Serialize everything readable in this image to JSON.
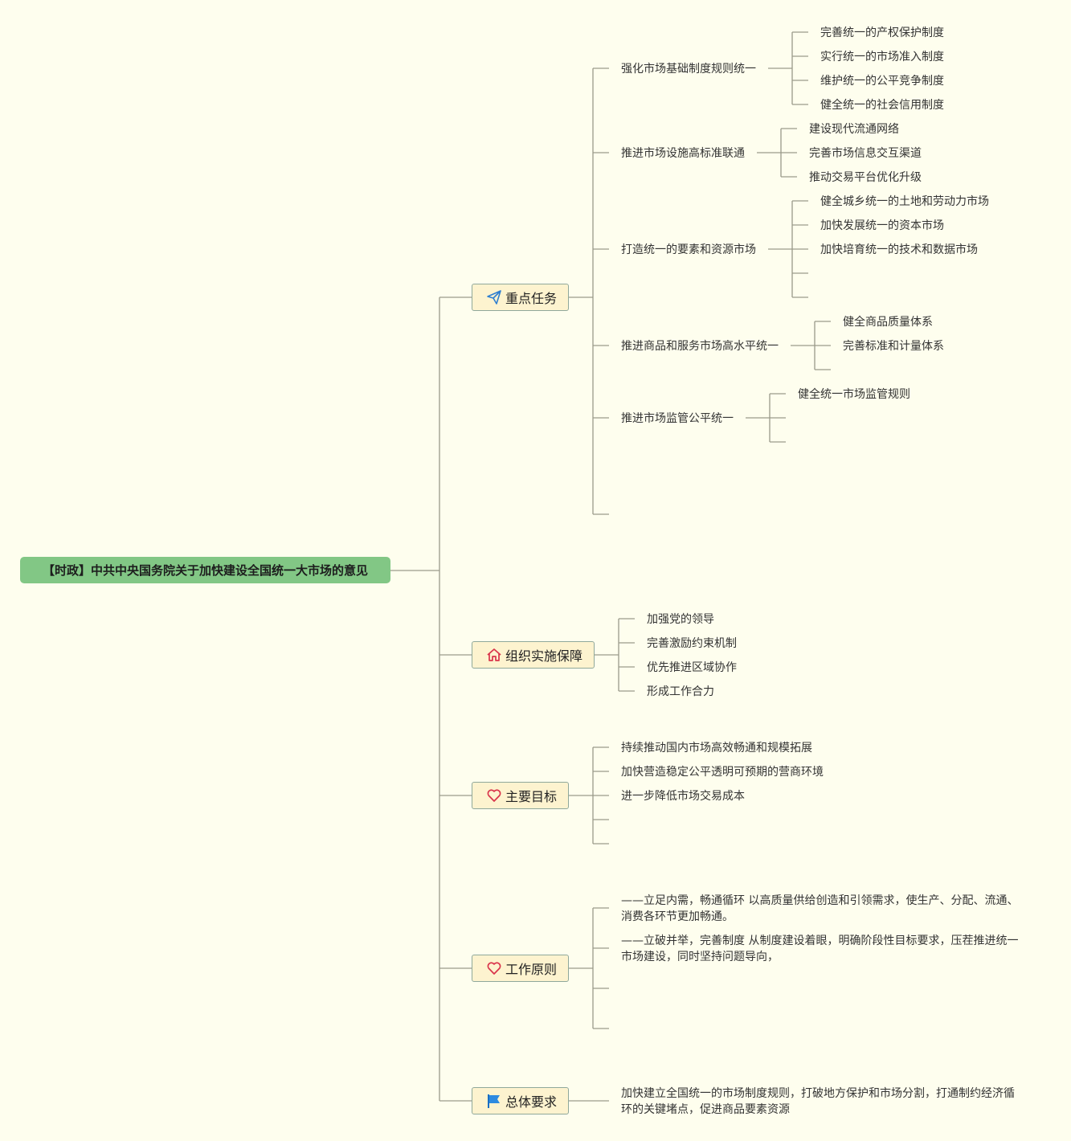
{
  "root": "【时政】中共中央国务院关于加快建设全国统一大市场的意见",
  "colors": {
    "background": "#fefeee",
    "root": "#82c785",
    "category": "#fdf3cf",
    "line": "#9a9a8a"
  },
  "categories": [
    {
      "label": "重点任务",
      "icon": "paper-plane-icon",
      "children": [
        {
          "label": "强化市场基础制度规则统一",
          "children": [
            "完善统一的产权保护制度",
            "实行统一的市场准入制度",
            "维护统一的公平竞争制度",
            "健全统一的社会信用制度"
          ]
        },
        {
          "label": "推进市场设施高标准联通",
          "children": [
            "建设现代流通网络",
            "完善市场信息交互渠道",
            "推动交易平台优化升级"
          ]
        },
        {
          "label": "打造统一的要素和资源市场",
          "children": [
            "健全城乡统一的土地和劳动力市场",
            "加快发展统一的资本市场",
            "加快培育统一的技术和数据市场"
          ]
        },
        {
          "label": "推进商品和服务市场高水平统一",
          "children": [
            "健全商品质量体系",
            "完善标准和计量体系"
          ]
        },
        {
          "label": "推进市场监管公平统一",
          "children": [
            "健全统一市场监管规则"
          ]
        }
      ]
    },
    {
      "label": "组织实施保障",
      "icon": "home-icon",
      "children": [
        {
          "label": "加强党的领导"
        },
        {
          "label": "完善激励约束机制"
        },
        {
          "label": "优先推进区域协作"
        },
        {
          "label": "形成工作合力"
        }
      ]
    },
    {
      "label": "主要目标",
      "icon": "heart-icon",
      "children": [
        {
          "label": "持续推动国内市场高效畅通和规模拓展"
        },
        {
          "label": "加快营造稳定公平透明可预期的营商环境"
        },
        {
          "label": "进一步降低市场交易成本"
        }
      ]
    },
    {
      "label": "工作原则",
      "icon": "heart-icon",
      "children": [
        {
          "label": "——立足内需，畅通循环 以高质量供给创造和引领需求，使生产、分配、流通、消费各环节更加畅通。"
        },
        {
          "label": "——立破并举，完善制度 从制度建设着眼，明确阶段性目标要求，压茬推进统一市场建设，同时坚持问题导向，"
        }
      ]
    },
    {
      "label": "总体要求",
      "icon": "flag-icon",
      "children": [
        {
          "label": "加快建立全国统一的市场制度规则，打破地方保护和市场分割，打通制约经济循环的关键堵点，促进商品要素资源"
        }
      ]
    }
  ]
}
